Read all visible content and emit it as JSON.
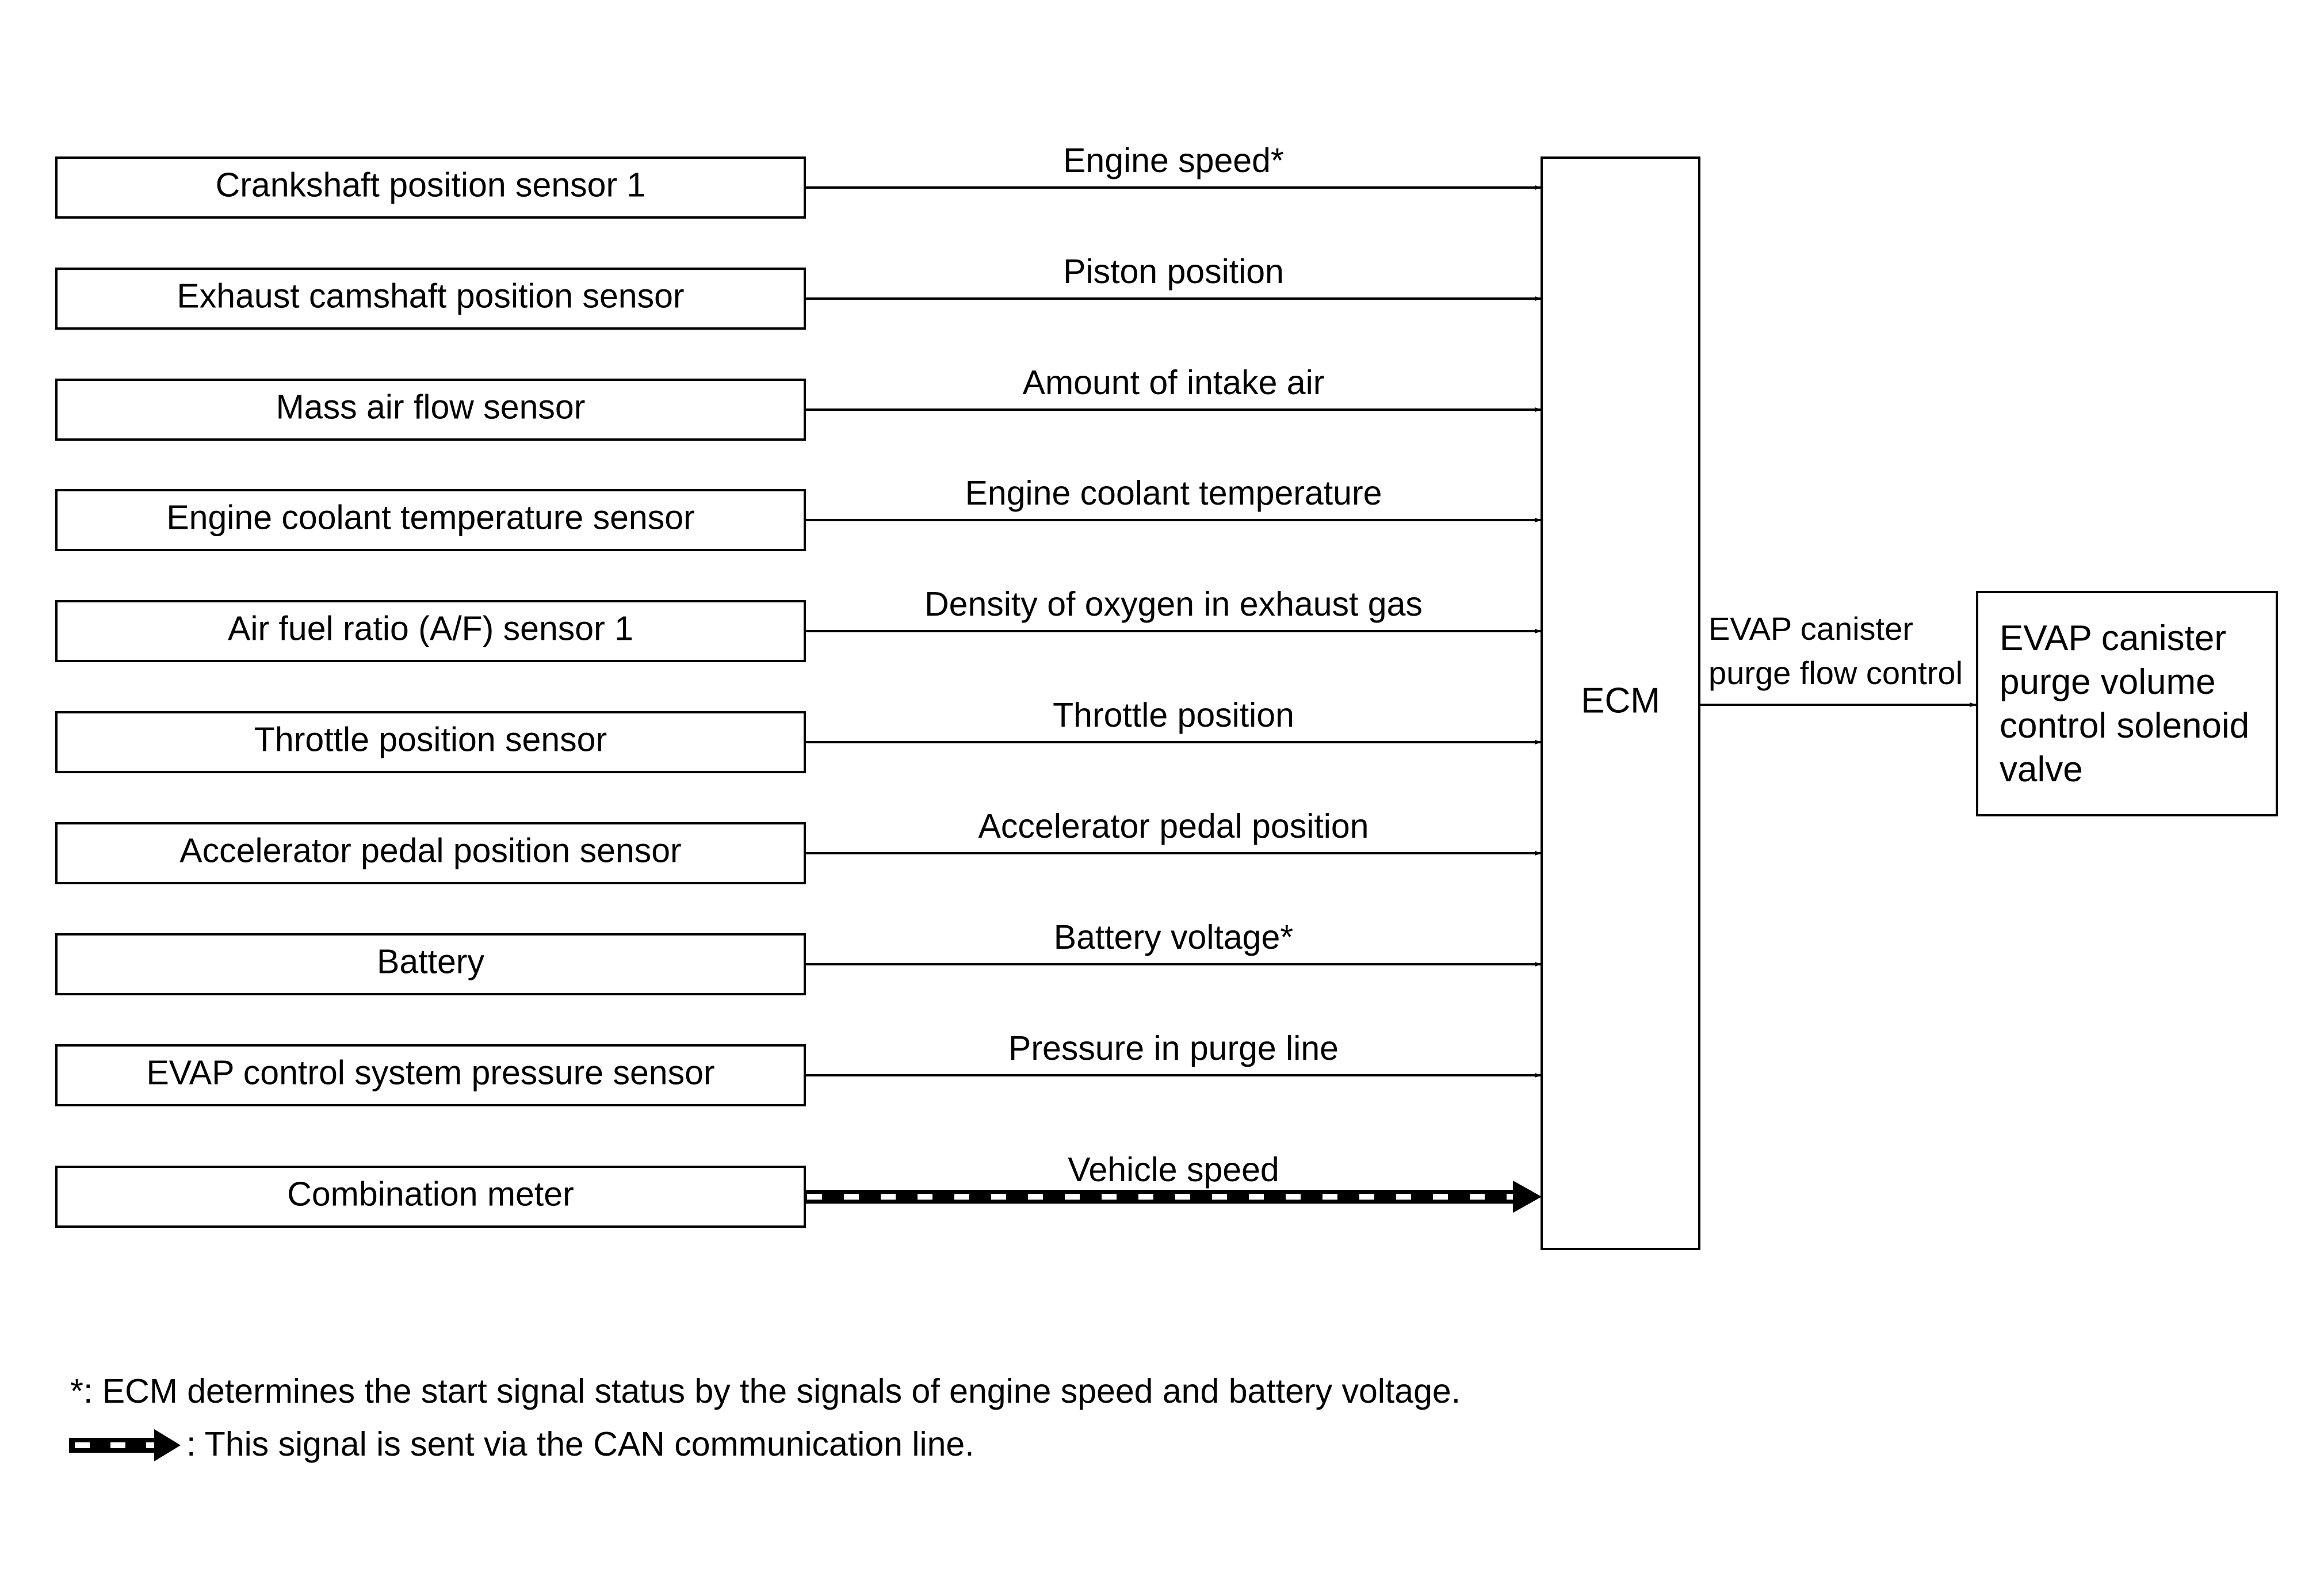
{
  "sensors": [
    {
      "label": "Crankshaft position sensor 1",
      "signal": "Engine speed*"
    },
    {
      "label": "Exhaust camshaft position sensor",
      "signal": "Piston position"
    },
    {
      "label": "Mass air flow sensor",
      "signal": "Amount of intake air"
    },
    {
      "label": "Engine coolant temperature sensor",
      "signal": "Engine coolant temperature"
    },
    {
      "label": "Air fuel ratio (A/F) sensor 1",
      "signal": "Density of oxygen in exhaust gas"
    },
    {
      "label": "Throttle position sensor",
      "signal": "Throttle position"
    },
    {
      "label": "Accelerator pedal position sensor",
      "signal": "Accelerator pedal position"
    },
    {
      "label": "Battery",
      "signal": "Battery voltage*"
    },
    {
      "label": "EVAP control system pressure sensor",
      "signal": "Pressure in purge line"
    },
    {
      "label": "Combination meter",
      "signal": "Vehicle speed",
      "can": true
    }
  ],
  "ecm": {
    "label": "ECM"
  },
  "output": {
    "signal_lines": [
      "EVAP canister",
      "purge flow control"
    ],
    "device_lines": [
      "EVAP canister",
      "purge volume",
      "control solenoid",
      "valve"
    ]
  },
  "notes": {
    "footnote": "*: ECM determines the start signal status by the signals of engine speed and battery voltage.",
    "can_legend": ": This signal is sent via the CAN communication line."
  },
  "colors": {
    "line": "#000000",
    "background": "#ffffff"
  }
}
